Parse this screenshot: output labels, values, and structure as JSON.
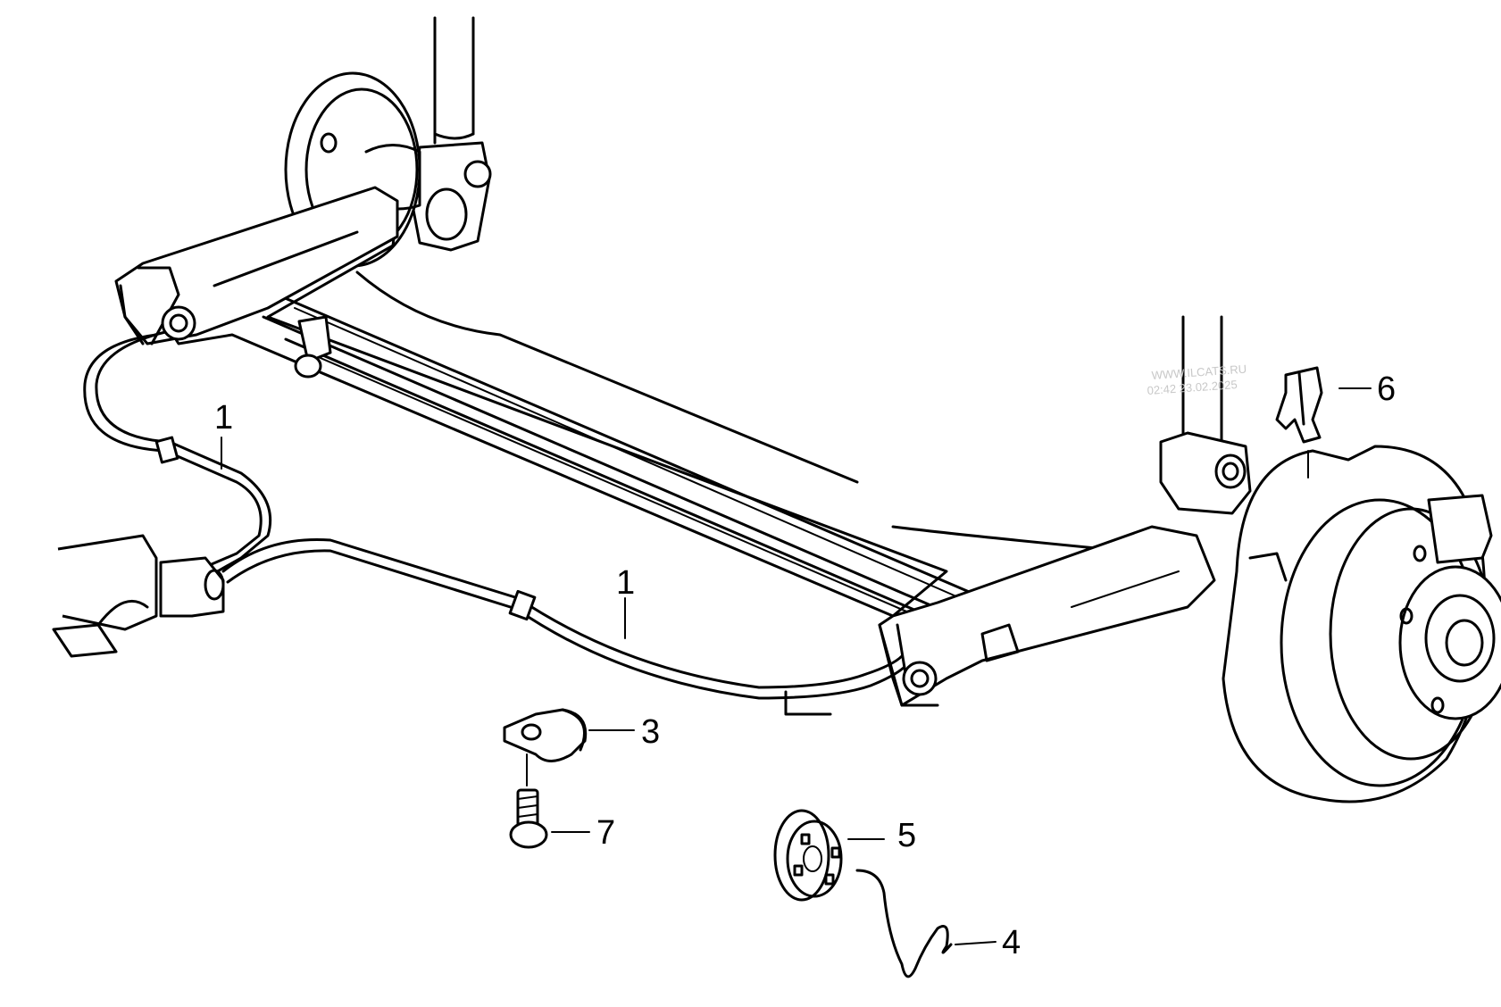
{
  "watermark": {
    "line1": "WWW.ILCATS.RU",
    "line2": "02:42 23.02.2025"
  },
  "callouts": [
    {
      "id": "cable-upper-left",
      "label": "1"
    },
    {
      "id": "cable-lower-center",
      "label": "1"
    },
    {
      "id": "clamp",
      "label": "3"
    },
    {
      "id": "spring",
      "label": "4"
    },
    {
      "id": "cap",
      "label": "5"
    },
    {
      "id": "clip",
      "label": "6"
    },
    {
      "id": "bolt",
      "label": "7"
    }
  ]
}
